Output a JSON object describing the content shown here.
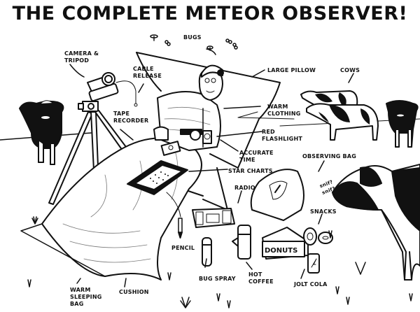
{
  "title": "THE COMPLETE METEOR OBSERVER!",
  "labels": {
    "camera_tripod": "CAMERA &\nTRIPOD",
    "bugs": "BUGS",
    "cable_release": "CABLE\nRELEASE",
    "large_pillow": "LARGE PILLOW",
    "cows": "COWS",
    "tape_recorder": "TAPE\nRECORDER",
    "warm_clothing": "WARM\nCLOTHING",
    "red_flashlight": "RED\nFLASHLIGHT",
    "accurate_time": "ACCURATE\nTIME",
    "observing_bag": "OBSERVING BAG",
    "star_charts": "STAR CHARTS",
    "radio": "RADIO",
    "sniff": "snif?\nsnif?",
    "snacks": "SNACKS",
    "pencil": "PENCIL",
    "bug_spray": "BUG SPRAY",
    "hot_coffee": "HOT\nCOFFEE",
    "jolt_cola": "JOLT COLA",
    "warm_sleeping_bag": "WARM\nSLEEPING\nBAG",
    "cushion": "CUSHION"
  },
  "item_text": {
    "donuts_box": "DONUTS"
  }
}
